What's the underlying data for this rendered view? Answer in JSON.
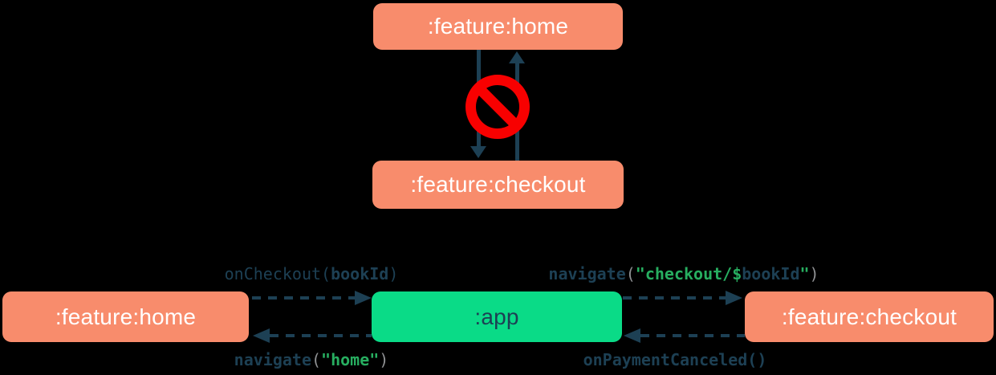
{
  "colors": {
    "background": "#000000",
    "feature_box": "#F88C6C",
    "app_box": "#0ADB87",
    "navy": "#1D4054",
    "code_green": "#27AE60",
    "code_gray": "#8F9193",
    "forbidden_red": "#F80000",
    "box_text": "#FFFFFF"
  },
  "top_diagram": {
    "home_box": ":feature:home",
    "checkout_box": ":feature:checkout",
    "forbidden_icon": "no-entry"
  },
  "bottom_diagram": {
    "home_box": ":feature:home",
    "app_box": ":app",
    "checkout_box": ":feature:checkout",
    "on_checkout": {
      "fn": "onCheckout",
      "open": "(",
      "arg": "bookId",
      "close": ")"
    },
    "navigate_home": {
      "fn": "navigate",
      "open": "(",
      "string": "\"home\"",
      "close": ")"
    },
    "navigate_checkout": {
      "fn": "navigate",
      "open": "(",
      "string_start": "\"checkout/",
      "dollar": "$",
      "template_var": "bookId",
      "string_end": "\"",
      "close": ")"
    },
    "on_payment_canceled": {
      "fn": "onPaymentCanceled",
      "open": "(",
      "close": ")"
    }
  }
}
